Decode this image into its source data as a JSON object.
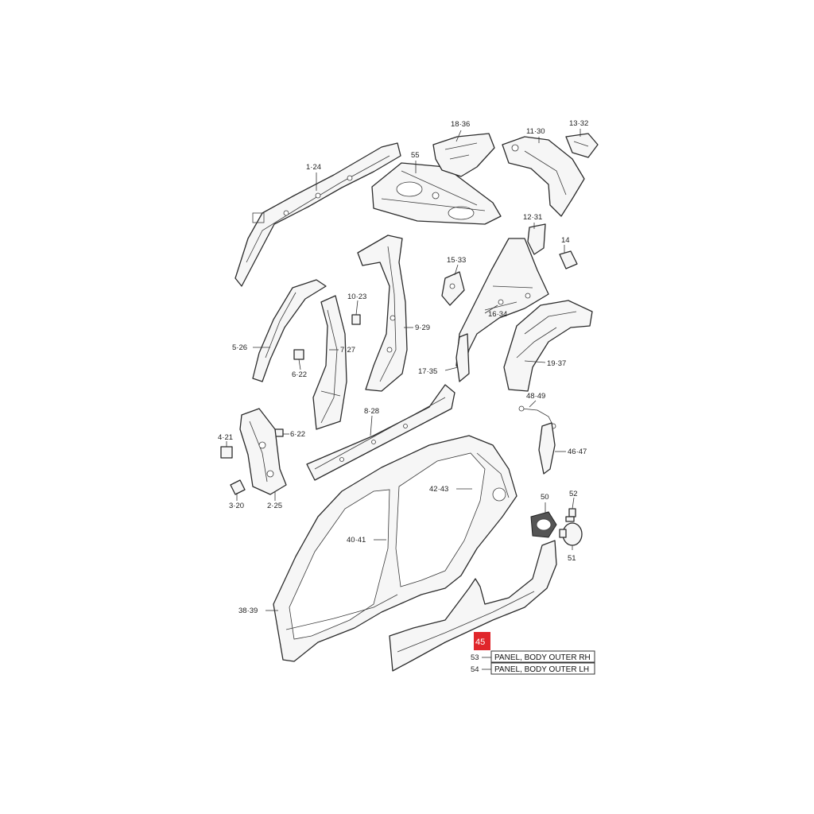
{
  "labels": {
    "l_1_24": "1·24",
    "l_55": "55",
    "l_18_36": "18·36",
    "l_11_30": "11·30",
    "l_13_32": "13·32",
    "l_12_31": "12·31",
    "l_14": "14",
    "l_15_33": "15·33",
    "l_16_34": "16·34",
    "l_10_23": "10·23",
    "l_9_29": "9·29",
    "l_5_26": "5·26",
    "l_7_27": "7·27",
    "l_6_22a": "6·22",
    "l_17_35": "17·35",
    "l_19_37": "19·37",
    "l_48_49": "48·49",
    "l_8_28": "8·28",
    "l_4_21": "4·21",
    "l_6_22b": "6·22",
    "l_46_47": "46·47",
    "l_42_43": "42·43",
    "l_3_20": "3·20",
    "l_2_25": "2·25",
    "l_50": "50",
    "l_52": "52",
    "l_40_41": "40·41",
    "l_51": "51",
    "l_38_39": "38·39",
    "l_53": "53",
    "l_54": "54"
  },
  "badge": "45",
  "legend": {
    "rh": "PANEL, BODY OUTER RH",
    "lh": "PANEL, BODY OUTER LH"
  }
}
